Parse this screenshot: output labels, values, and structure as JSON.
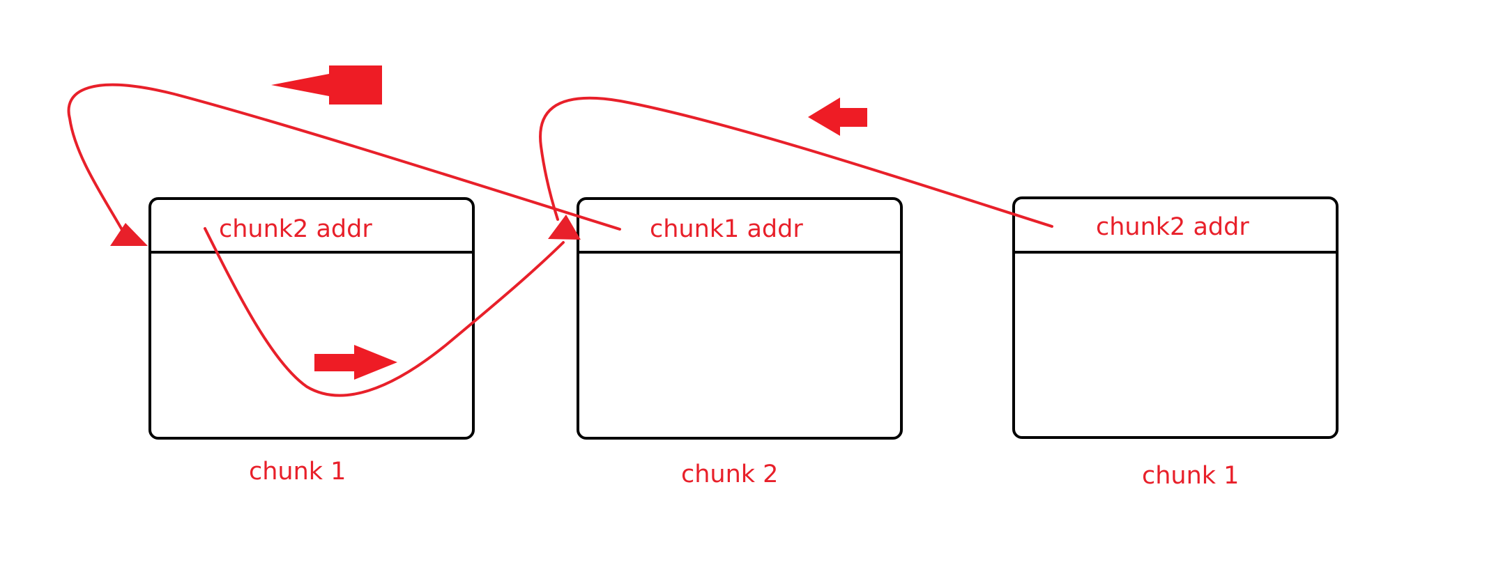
{
  "diagram": {
    "chunks": [
      {
        "header_label": "chunk2 addr",
        "caption": "chunk 1"
      },
      {
        "header_label": "chunk1 addr",
        "caption": "chunk 2"
      },
      {
        "header_label": "chunk2 addr",
        "caption": "chunk 1"
      }
    ]
  },
  "colors": {
    "pointer": "#e8202a",
    "box_border": "#000000",
    "background": "#ffffff"
  }
}
